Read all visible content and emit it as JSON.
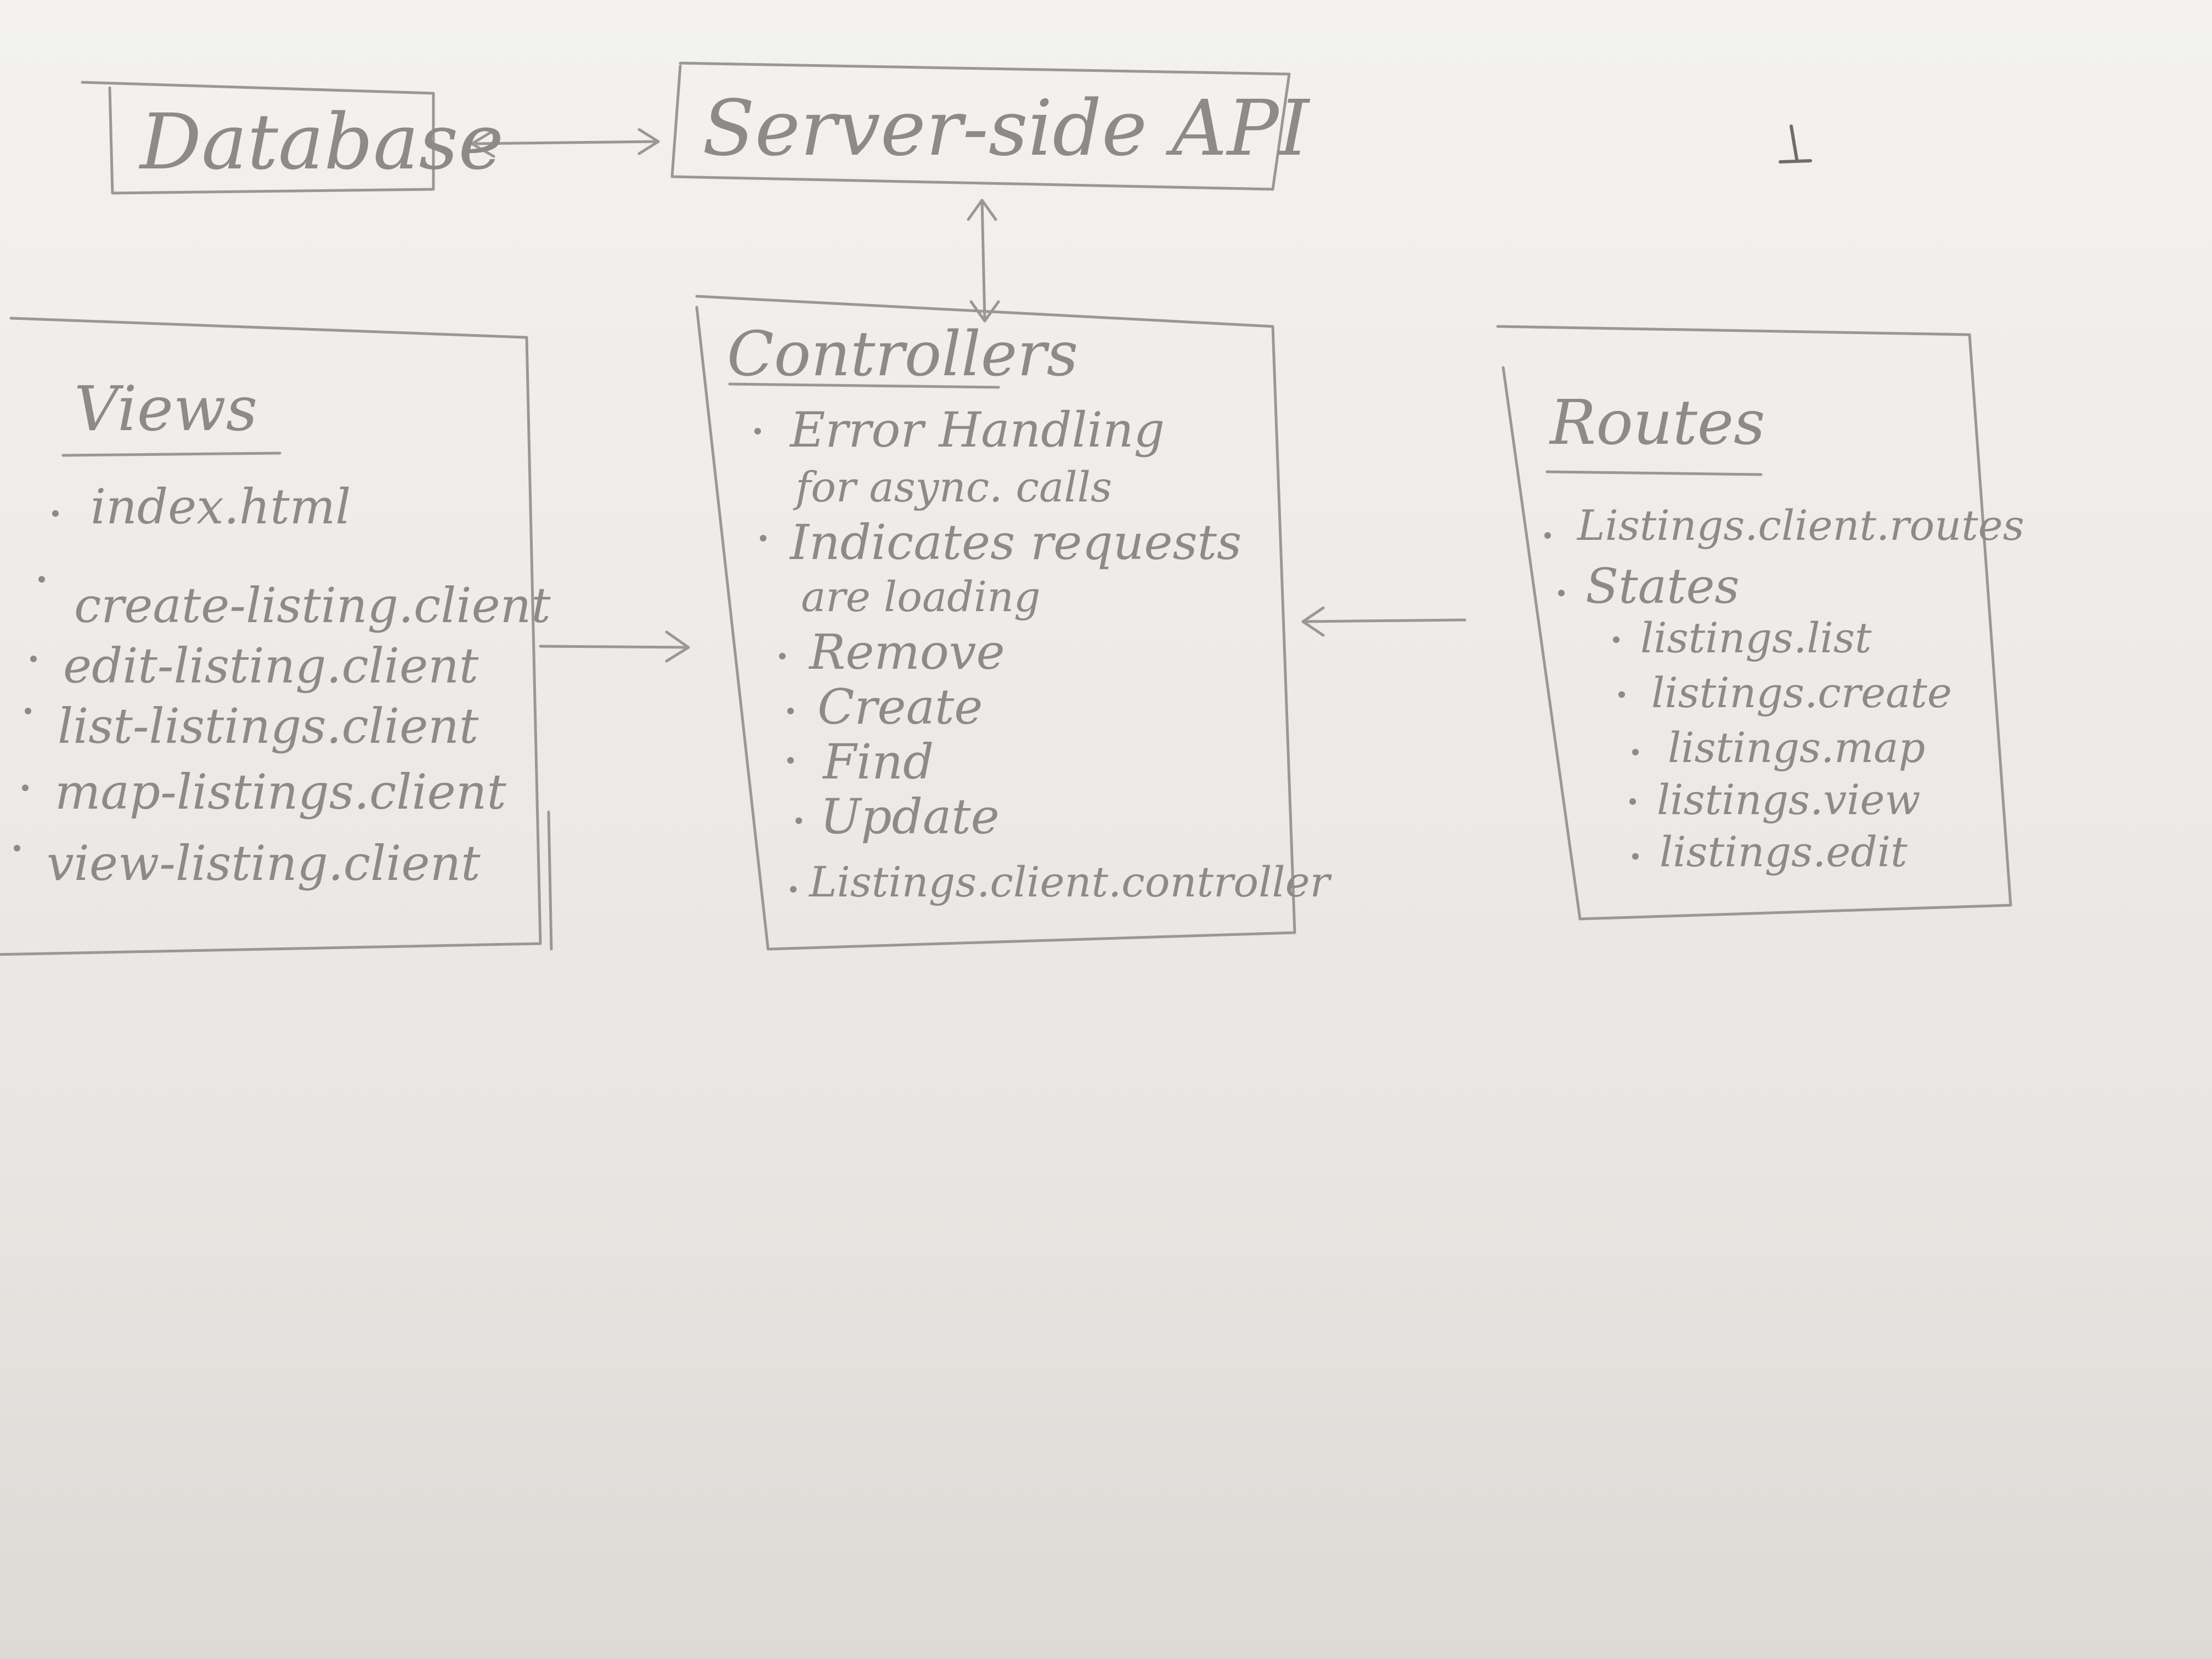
{
  "database": {
    "label": "Database"
  },
  "server_api": {
    "label": "Server-side API"
  },
  "views": {
    "title": "Views",
    "items": [
      "index.html",
      "create-listing.client",
      "edit-listing.client",
      "list-listings.client",
      "map-listings.client",
      "view-listing.client"
    ]
  },
  "controllers": {
    "title": "Controllers",
    "items": [
      [
        "Error Handling",
        "for async. calls"
      ],
      [
        "Indicates requests",
        "are loading"
      ],
      [
        "Remove"
      ],
      [
        "Create"
      ],
      [
        "Find"
      ],
      [
        "Update"
      ],
      [
        "Listings.client.controller"
      ]
    ]
  },
  "routes": {
    "title": "Routes",
    "items": [
      "Listings.client.routes",
      "States"
    ],
    "states": [
      "listings.list",
      "listings.create",
      "listings.map",
      "listings.view",
      "listings.edit"
    ]
  },
  "colors": {
    "ink": "#9a9794",
    "paper": "#efedeb"
  }
}
